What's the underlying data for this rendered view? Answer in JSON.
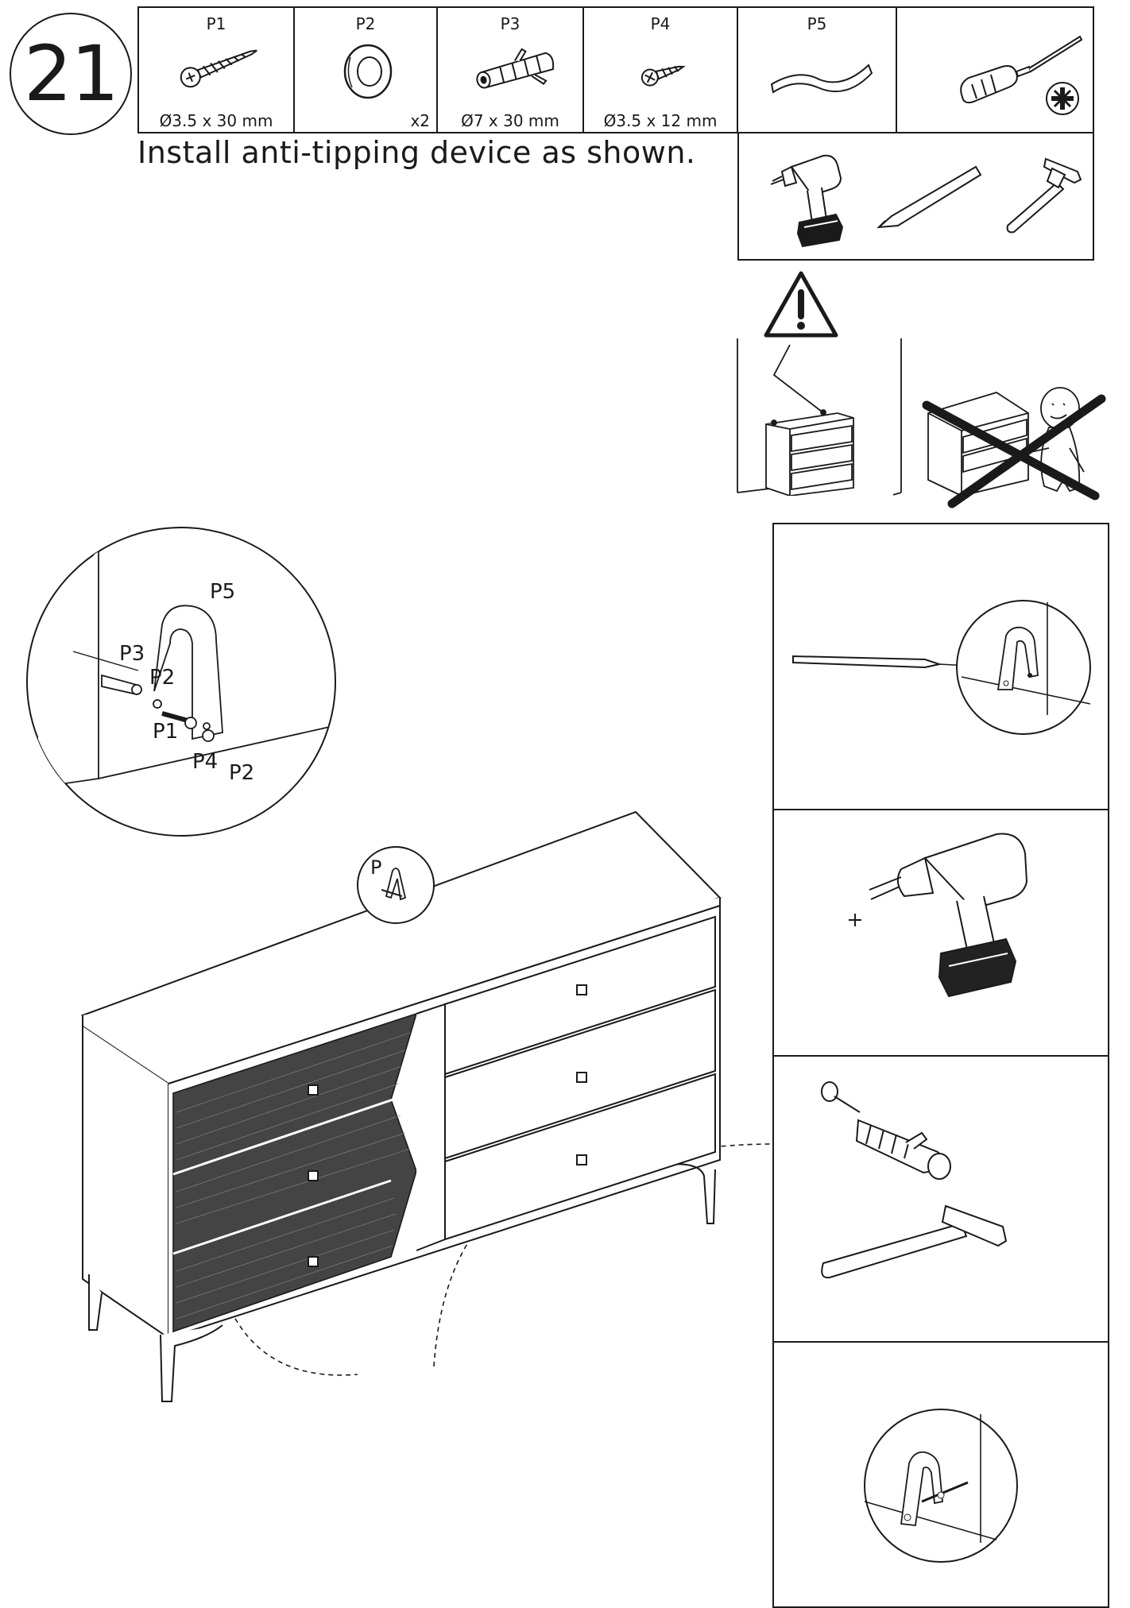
{
  "step": {
    "number": "21"
  },
  "parts": [
    {
      "code": "P1",
      "dimension": "Ø3.5 x 30 mm",
      "quantity": "",
      "icon": "wood-screw-icon"
    },
    {
      "code": "P2",
      "dimension": "",
      "quantity": "x2",
      "icon": "washer-icon"
    },
    {
      "code": "P3",
      "dimension": "Ø7 x 30 mm",
      "quantity": "",
      "icon": "wall-plug-icon"
    },
    {
      "code": "P4",
      "dimension": "Ø3.5 x 12 mm",
      "quantity": "",
      "icon": "short-screw-icon"
    },
    {
      "code": "P5",
      "dimension": "",
      "quantity": "",
      "icon": "strap-icon"
    },
    {
      "code": "",
      "dimension": "",
      "quantity": "",
      "icon": "phillips-screwdriver-icon"
    }
  ],
  "instruction": "Install anti-tipping device as shown.",
  "tools": [
    "cordless-drill-icon",
    "pencil-icon",
    "hammer-icon"
  ],
  "warning": {
    "icon": "warning-triangle-icon"
  },
  "detail_callout": {
    "labels": {
      "p5": "P5",
      "p3": "P3",
      "p2a": "P2",
      "p1": "P1",
      "p4": "P4",
      "p2b": "P2"
    },
    "small_label": "P"
  },
  "steps_panels": [
    "mark-wall-with-pencil",
    "drill-hole",
    "hammer-in-wall-plug",
    "fasten-strap-to-wall"
  ]
}
